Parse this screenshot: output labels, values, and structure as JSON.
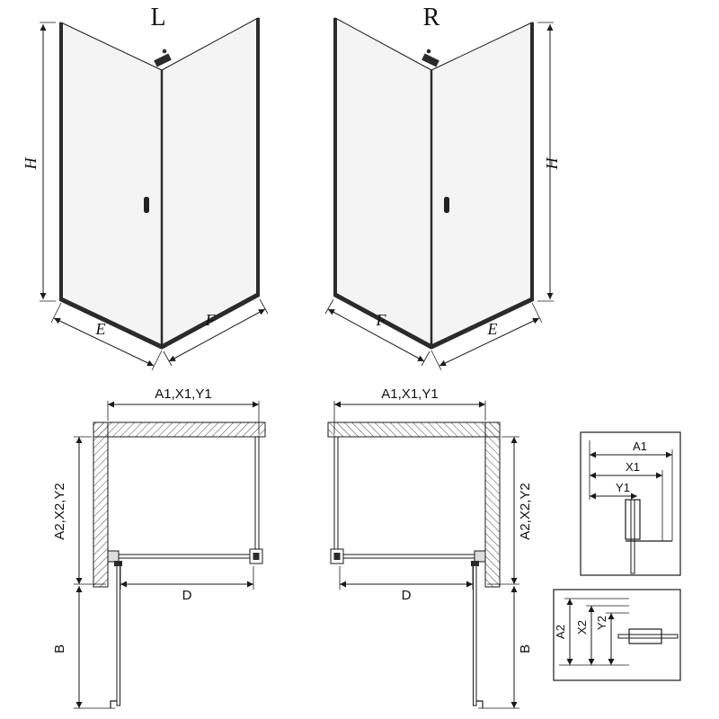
{
  "page": {
    "background": "#ffffff",
    "line_color": "#1a1a1a",
    "glass_color": "#f4f4f4",
    "profile_color": "#2b2b2b"
  },
  "views": {
    "left3d": {
      "title": "L",
      "h": "H",
      "e": "E",
      "f": "F"
    },
    "right3d": {
      "title": "R",
      "h": "H",
      "f": "F",
      "e": "E"
    },
    "planLeft": {
      "width": "A1,X1,Y1",
      "depth": "A2,X2,Y2",
      "door": "D",
      "swing": "B"
    },
    "planRight": {
      "width": "A1,X1,Y1",
      "depth": "A2,X2,Y2",
      "door": "D",
      "swing": "B"
    },
    "detailWidth": {
      "a1": "A1",
      "x1": "X1",
      "y1": "Y1"
    },
    "detailDepth": {
      "a2": "A2",
      "x2": "X2",
      "y2": "Y2"
    }
  }
}
